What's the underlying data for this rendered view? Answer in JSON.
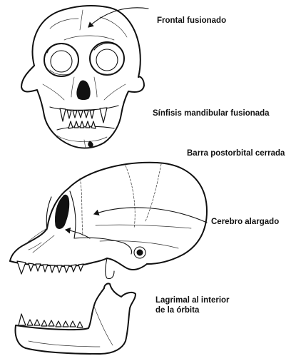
{
  "labels": {
    "frontal": "Frontal fusionado",
    "sinfisis": "Sínfisis mandibular fusionada",
    "barra": "Barra postorbital cerrada",
    "cerebro": "Cerebro alargado",
    "lagrimal_line1": "Lagrimal al interior",
    "lagrimal_line2": "de la órbita"
  }
}
